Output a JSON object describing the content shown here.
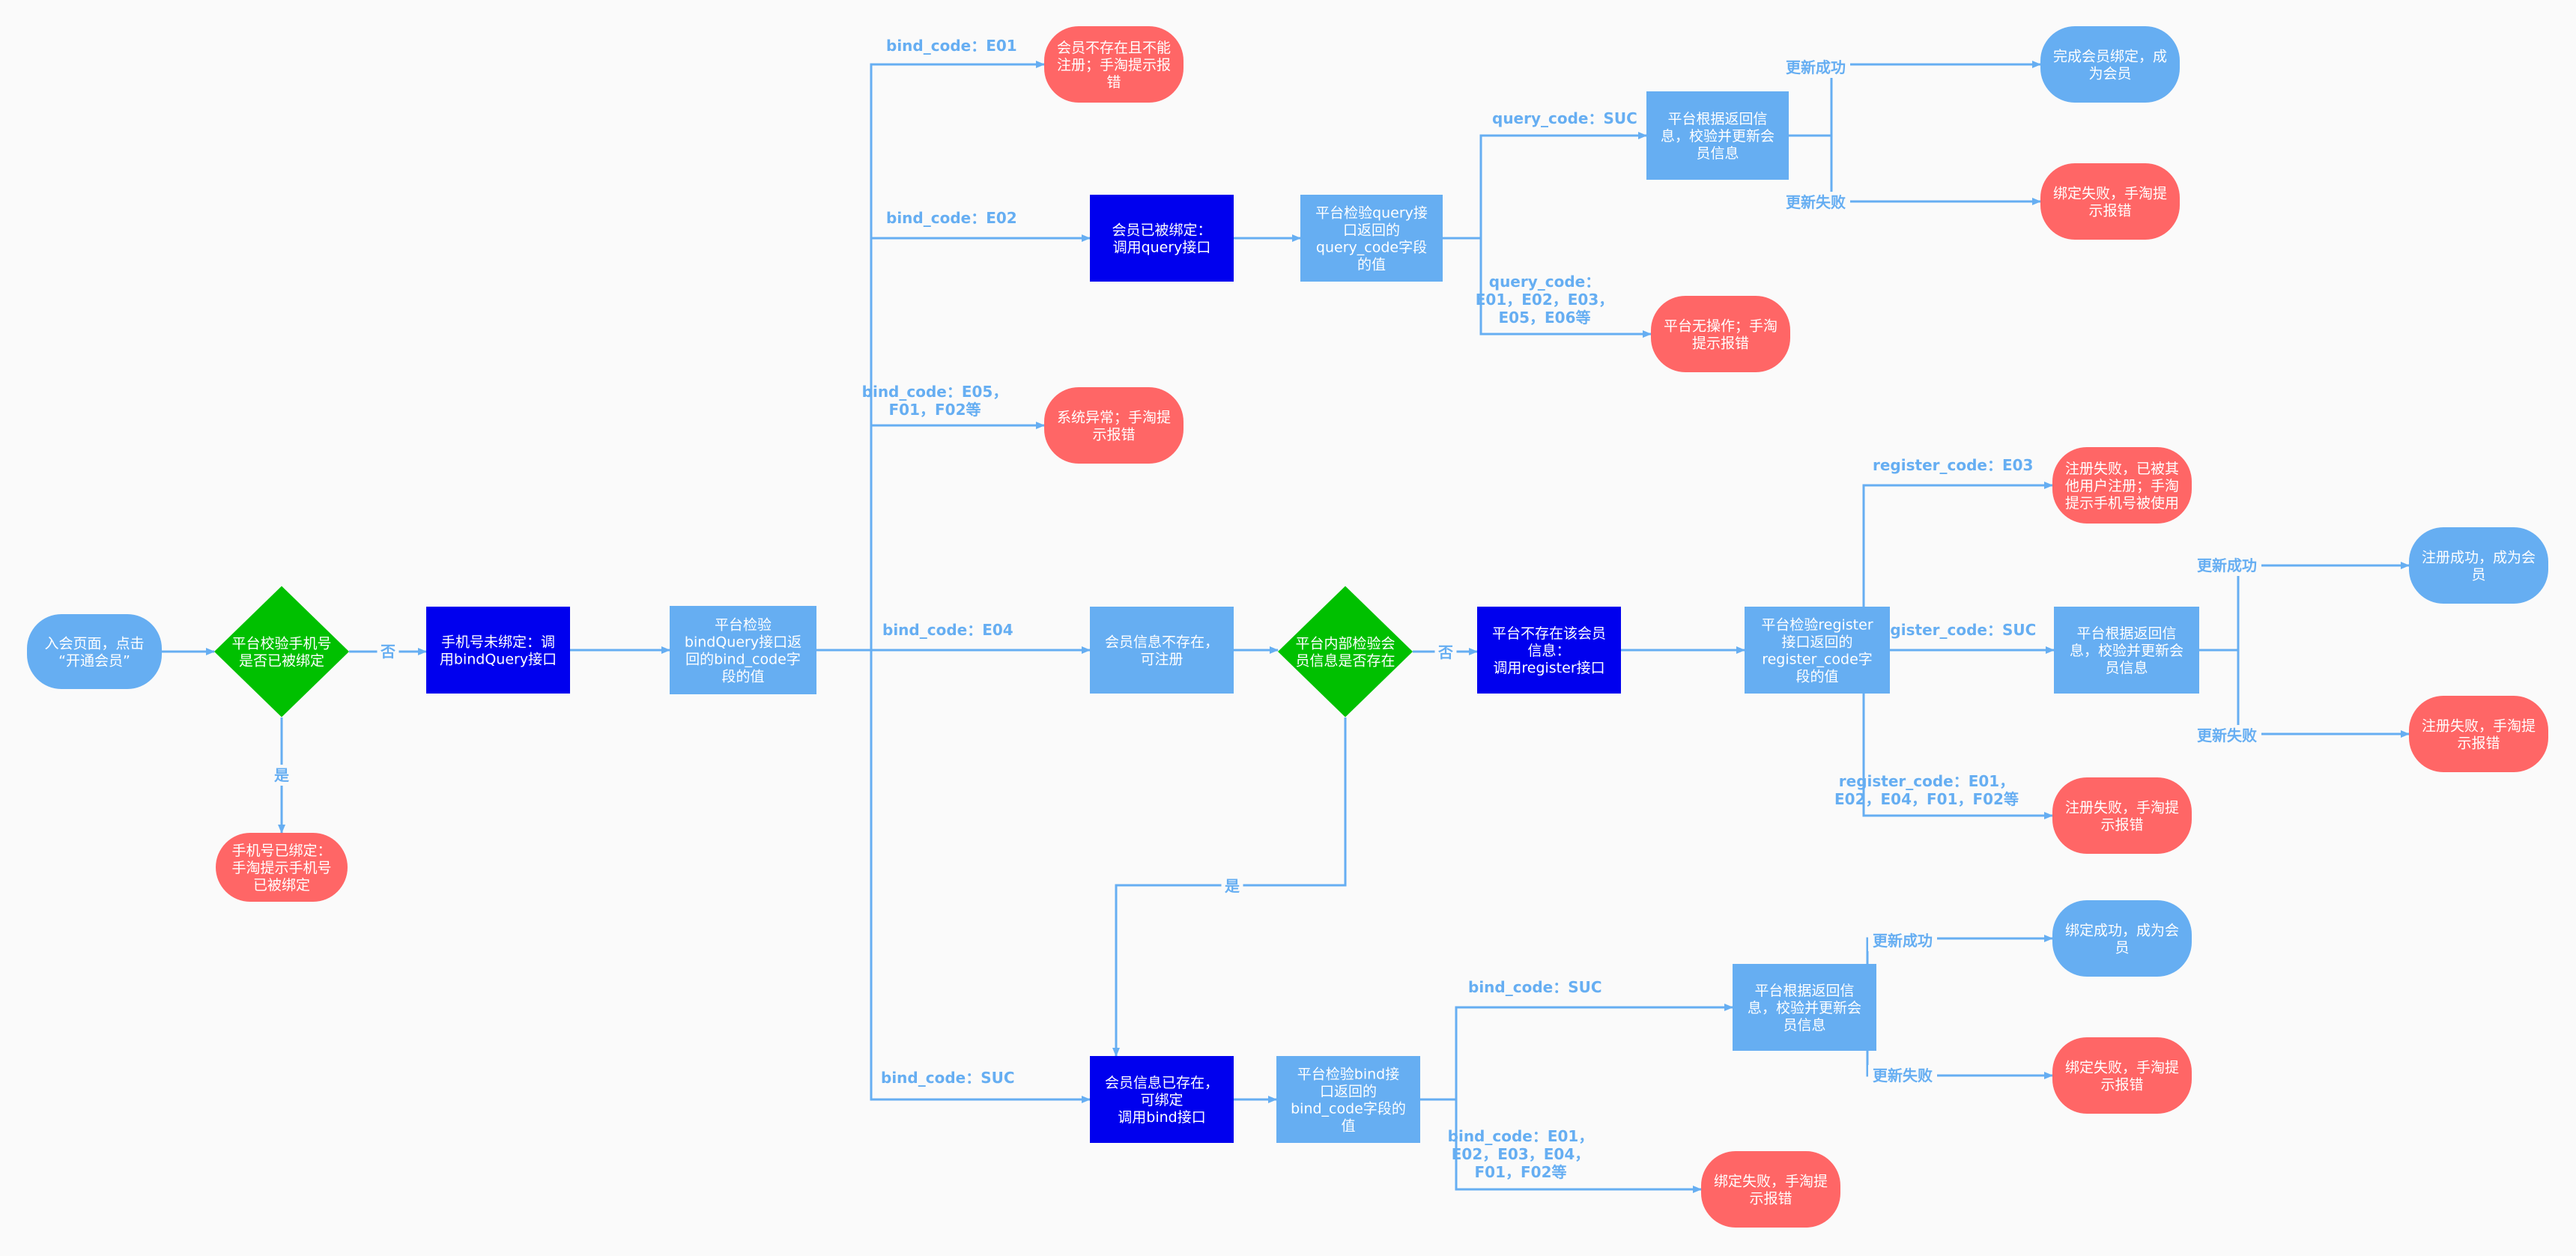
{
  "colors": {
    "background": "#fafafa",
    "edge": "#66aef2",
    "light_blue": "#66aef2",
    "dark_blue": "#0000ee",
    "green": "#00c000",
    "red": "#ff6666",
    "text_light": "#ffffff"
  },
  "nodes": [
    {
      "id": "start",
      "shape": "round",
      "color": "light_blue",
      "lines": [
        "入会页面，点击",
        "“开通会员”"
      ]
    },
    {
      "id": "d_phone",
      "shape": "diamond",
      "color": "green",
      "lines": [
        "平台校验手机号",
        "是否已被绑定"
      ]
    },
    {
      "id": "phone_bound",
      "shape": "round",
      "color": "red",
      "lines": [
        "手机号已绑定：",
        "手淘提示手机号",
        "已被绑定"
      ]
    },
    {
      "id": "phone_unbound",
      "shape": "rect",
      "color": "dark_blue",
      "lines": [
        "手机号未绑定：调",
        "用bindQuery接口"
      ]
    },
    {
      "id": "bq_check",
      "shape": "rect",
      "color": "light_blue",
      "lines": [
        "平台检验",
        "bindQuery接口返",
        "回的bind_code字",
        "段的值"
      ]
    },
    {
      "id": "e01_end",
      "shape": "round",
      "color": "red",
      "lines": [
        "会员不存在且不能",
        "注册；手淘提示报",
        "错"
      ]
    },
    {
      "id": "e02_bound",
      "shape": "rect",
      "color": "dark_blue",
      "lines": [
        "会员已被绑定：",
        "调用query接口"
      ]
    },
    {
      "id": "q_check",
      "shape": "rect",
      "color": "light_blue",
      "lines": [
        "平台检验query接",
        "口返回的",
        "query_code字段",
        "的值"
      ]
    },
    {
      "id": "q_update",
      "shape": "rect",
      "color": "light_blue",
      "lines": [
        "平台根据返回信",
        "息，校验并更新会",
        "员信息"
      ]
    },
    {
      "id": "q_success",
      "shape": "round",
      "color": "light_blue",
      "lines": [
        "完成会员绑定，成",
        "为会员"
      ]
    },
    {
      "id": "q_fail",
      "shape": "round",
      "color": "red",
      "lines": [
        "绑定失败，手淘提",
        "示报错"
      ]
    },
    {
      "id": "q_noop",
      "shape": "round",
      "color": "red",
      "lines": [
        "平台无操作；手淘",
        "提示报错"
      ]
    },
    {
      "id": "sys_err",
      "shape": "round",
      "color": "red",
      "lines": [
        "系统异常；手淘提",
        "示报错"
      ]
    },
    {
      "id": "e04_reg",
      "shape": "rect",
      "color": "light_blue",
      "lines": [
        "会员信息不存在，",
        "可注册"
      ]
    },
    {
      "id": "d_member",
      "shape": "diamond",
      "color": "green",
      "lines": [
        "平台内部检验会",
        "员信息是否存在"
      ]
    },
    {
      "id": "reg_call",
      "shape": "rect",
      "color": "dark_blue",
      "lines": [
        "平台不存在该会员",
        "信息：",
        "调用register接口"
      ]
    },
    {
      "id": "reg_check",
      "shape": "rect",
      "color": "light_blue",
      "lines": [
        "平台检验register",
        "接口返回的",
        "register_code字",
        "段的值"
      ]
    },
    {
      "id": "reg_e03",
      "shape": "round",
      "color": "red",
      "lines": [
        "注册失败，已被其",
        "他用户注册；手淘",
        "提示手机号被使用"
      ]
    },
    {
      "id": "reg_update",
      "shape": "rect",
      "color": "light_blue",
      "lines": [
        "平台根据返回信",
        "息，校验并更新会",
        "员信息"
      ]
    },
    {
      "id": "reg_success",
      "shape": "round",
      "color": "light_blue",
      "lines": [
        "注册成功，成为会",
        "员"
      ]
    },
    {
      "id": "reg_fail",
      "shape": "round",
      "color": "red",
      "lines": [
        "注册失败，手淘提",
        "示报错"
      ]
    },
    {
      "id": "reg_err",
      "shape": "round",
      "color": "red",
      "lines": [
        "注册失败，手淘提",
        "示报错"
      ]
    },
    {
      "id": "bind_call",
      "shape": "rect",
      "color": "dark_blue",
      "lines": [
        "会员信息已存在，",
        "可绑定",
        "调用bind接口"
      ]
    },
    {
      "id": "b_check",
      "shape": "rect",
      "color": "light_blue",
      "lines": [
        "平台检验bind接",
        "口返回的",
        "bind_code字段的",
        "值"
      ]
    },
    {
      "id": "b_update",
      "shape": "rect",
      "color": "light_blue",
      "lines": [
        "平台根据返回信",
        "息，校验并更新会",
        "员信息"
      ]
    },
    {
      "id": "b_success",
      "shape": "round",
      "color": "light_blue",
      "lines": [
        "绑定成功，成为会",
        "员"
      ]
    },
    {
      "id": "b_fail",
      "shape": "round",
      "color": "red",
      "lines": [
        "绑定失败，手淘提",
        "示报错"
      ]
    },
    {
      "id": "b_err",
      "shape": "round",
      "color": "red",
      "lines": [
        "绑定失败，手淘提",
        "示报错"
      ]
    }
  ],
  "edges": [
    {
      "id": "start-dphone",
      "from": "start",
      "to": "d_phone",
      "lines": []
    },
    {
      "id": "dphone-no",
      "from": "d_phone",
      "to": "phone_unbound",
      "lines": [
        "否"
      ]
    },
    {
      "id": "dphone-yes",
      "from": "d_phone",
      "to": "phone_bound",
      "lines": [
        "是"
      ]
    },
    {
      "id": "unbound-bq",
      "from": "phone_unbound",
      "to": "bq_check",
      "lines": []
    },
    {
      "id": "bq-e01",
      "from": "bq_check",
      "to": "e01_end",
      "lines": [
        "bind_code：E01"
      ]
    },
    {
      "id": "bq-e02",
      "from": "bq_check",
      "to": "e02_bound",
      "lines": [
        "bind_code：E02"
      ]
    },
    {
      "id": "bq-e05",
      "from": "bq_check",
      "to": "sys_err",
      "lines": [
        "bind_code：E05，",
        "F01，F02等"
      ]
    },
    {
      "id": "bq-e04",
      "from": "bq_check",
      "to": "e04_reg",
      "lines": [
        "bind_code：E04"
      ]
    },
    {
      "id": "bq-suc",
      "from": "bq_check",
      "to": "bind_call",
      "lines": [
        "bind_code：SUC"
      ]
    },
    {
      "id": "e02-q",
      "from": "e02_bound",
      "to": "q_check",
      "lines": []
    },
    {
      "id": "q-suc",
      "from": "q_check",
      "to": "q_update",
      "lines": [
        "query_code：SUC"
      ]
    },
    {
      "id": "q-err",
      "from": "q_check",
      "to": "q_noop",
      "lines": [
        "query_code：",
        "E01，E02，E03，",
        "E05，E06等"
      ]
    },
    {
      "id": "qu-ok",
      "from": "q_update",
      "to": "q_success",
      "lines": [
        "更新成功"
      ]
    },
    {
      "id": "qu-fail",
      "from": "q_update",
      "to": "q_fail",
      "lines": [
        "更新失败"
      ]
    },
    {
      "id": "e04-dm",
      "from": "e04_reg",
      "to": "d_member",
      "lines": []
    },
    {
      "id": "dm-no",
      "from": "d_member",
      "to": "reg_call",
      "lines": [
        "否"
      ]
    },
    {
      "id": "dm-yes",
      "from": "d_member",
      "to": "bind_call",
      "lines": [
        "是"
      ]
    },
    {
      "id": "reg-check",
      "from": "reg_call",
      "to": "reg_check",
      "lines": []
    },
    {
      "id": "rc-e03",
      "from": "reg_check",
      "to": "reg_e03",
      "lines": [
        "register_code：E03"
      ]
    },
    {
      "id": "rc-suc",
      "from": "reg_check",
      "to": "reg_update",
      "lines": [
        "register_code：SUC"
      ]
    },
    {
      "id": "rc-err",
      "from": "reg_check",
      "to": "reg_err",
      "lines": [
        "register_code：E01，",
        "E02，E04，F01，F02等"
      ]
    },
    {
      "id": "ru-ok",
      "from": "reg_update",
      "to": "reg_success",
      "lines": [
        "更新成功"
      ]
    },
    {
      "id": "ru-fail",
      "from": "reg_update",
      "to": "reg_fail",
      "lines": [
        "更新失败"
      ]
    },
    {
      "id": "bind-check",
      "from": "bind_call",
      "to": "b_check",
      "lines": []
    },
    {
      "id": "bc-suc",
      "from": "b_check",
      "to": "b_update",
      "lines": [
        "bind_code：SUC"
      ]
    },
    {
      "id": "bc-err",
      "from": "b_check",
      "to": "b_err",
      "lines": [
        "bind_code：E01，",
        "E02，E03，E04，",
        "F01，F02等"
      ]
    },
    {
      "id": "bu-ok",
      "from": "b_update",
      "to": "b_success",
      "lines": [
        "更新成功"
      ]
    },
    {
      "id": "bu-fail",
      "from": "b_update",
      "to": "b_fail",
      "lines": [
        "更新失败"
      ]
    }
  ]
}
